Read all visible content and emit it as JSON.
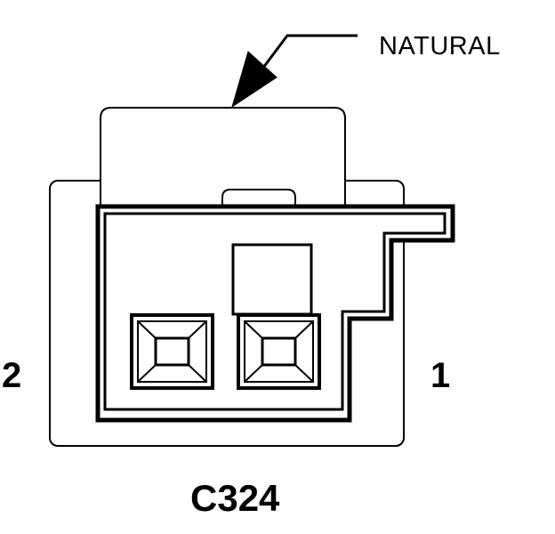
{
  "diagram": {
    "wire_color_label": "NATURAL",
    "connector_id": "C324",
    "pin_labels": {
      "left": "2",
      "right": "1"
    },
    "colors": {
      "stroke": "#000000",
      "fill": "#ffffff"
    }
  }
}
